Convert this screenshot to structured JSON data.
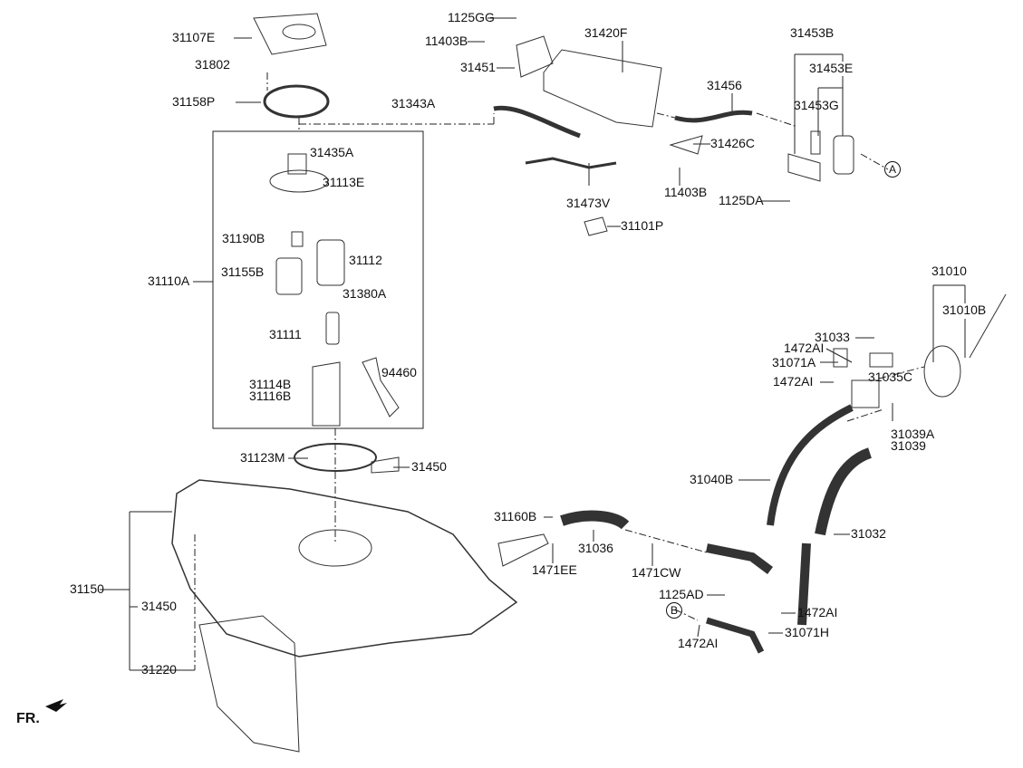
{
  "diagram": {
    "orientation_label": "FR.",
    "callouts": {
      "a": "A",
      "b": "B"
    },
    "labels": {
      "p31107E": "31107E",
      "p31802": "31802",
      "p31158P": "31158P",
      "p31343A": "31343A",
      "p31435A": "31435A",
      "p31113E": "31113E",
      "p31190B": "31190B",
      "p31112": "31112",
      "p31155B": "31155B",
      "p31110A": "31110A",
      "p31380A": "31380A",
      "p31111": "31111",
      "p31114B": "31114B",
      "p31116B": "31116B",
      "p94460": "94460",
      "p31123M": "31123M",
      "p31450a": "31450",
      "p31150": "31150",
      "p31450b": "31450",
      "p31220": "31220",
      "p1125GG": "1125GG",
      "p11403Ba": "11403B",
      "p31451": "31451",
      "p31420F": "31420F",
      "p31456": "31456",
      "p31426C": "31426C",
      "p31473V": "31473V",
      "p11403Bb": "11403B",
      "p31101P": "31101P",
      "p31453B": "31453B",
      "p31453E": "31453E",
      "p31453G": "31453G",
      "p1125DA": "1125DA",
      "p31010": "31010",
      "p31010B": "31010B",
      "p31033": "31033",
      "p1472AIa": "1472AI",
      "p31071A": "31071A",
      "p1472AIb": "1472AI",
      "p31035C": "31035C",
      "p31039A": "31039A",
      "p31039": "31039",
      "p31040B": "31040B",
      "p31032": "31032",
      "p31160B": "31160B",
      "p31036": "31036",
      "p1471EE": "1471EE",
      "p1471CW": "1471CW",
      "p1125AD": "1125AD",
      "p1472AIc": "1472AI",
      "p31071H": "31071H",
      "p1472AId": "1472AI"
    }
  }
}
